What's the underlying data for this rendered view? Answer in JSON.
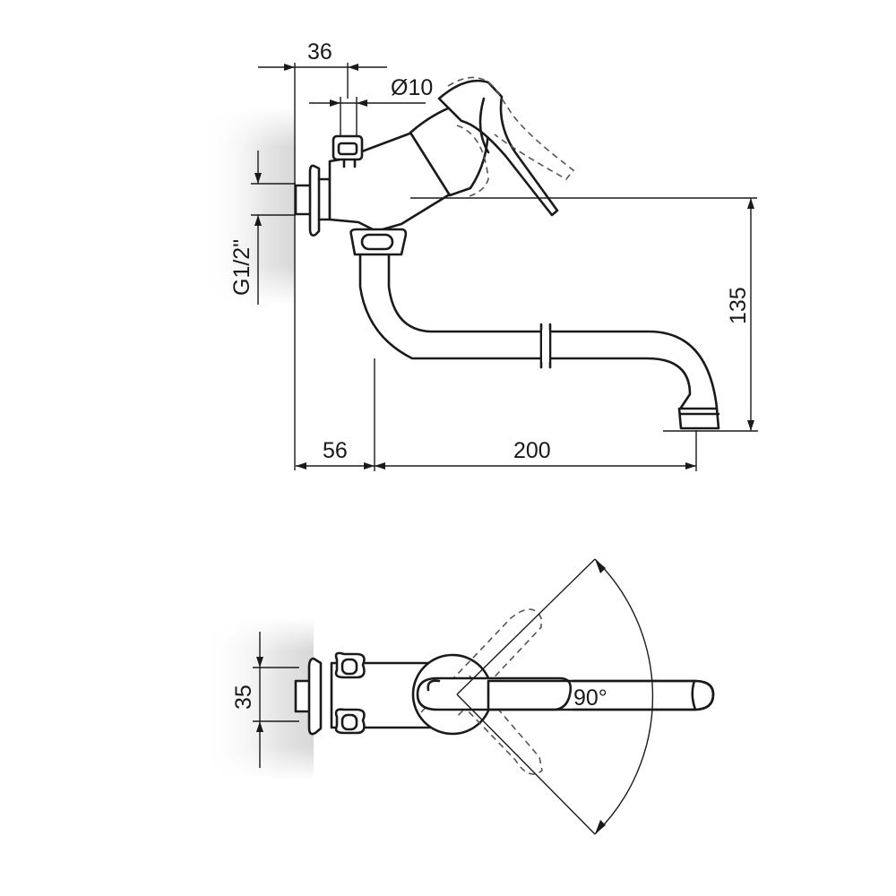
{
  "dimensions": {
    "projection": "36",
    "diameter": "Ø10",
    "thread": "G1/2\"",
    "height": "135",
    "base_offset": "56",
    "reach": "200",
    "width": "35",
    "angle": "90°"
  },
  "colors": {
    "line": "#1a1a1a",
    "dashed": "#555555",
    "wall_shade": "#e6e6e6"
  }
}
